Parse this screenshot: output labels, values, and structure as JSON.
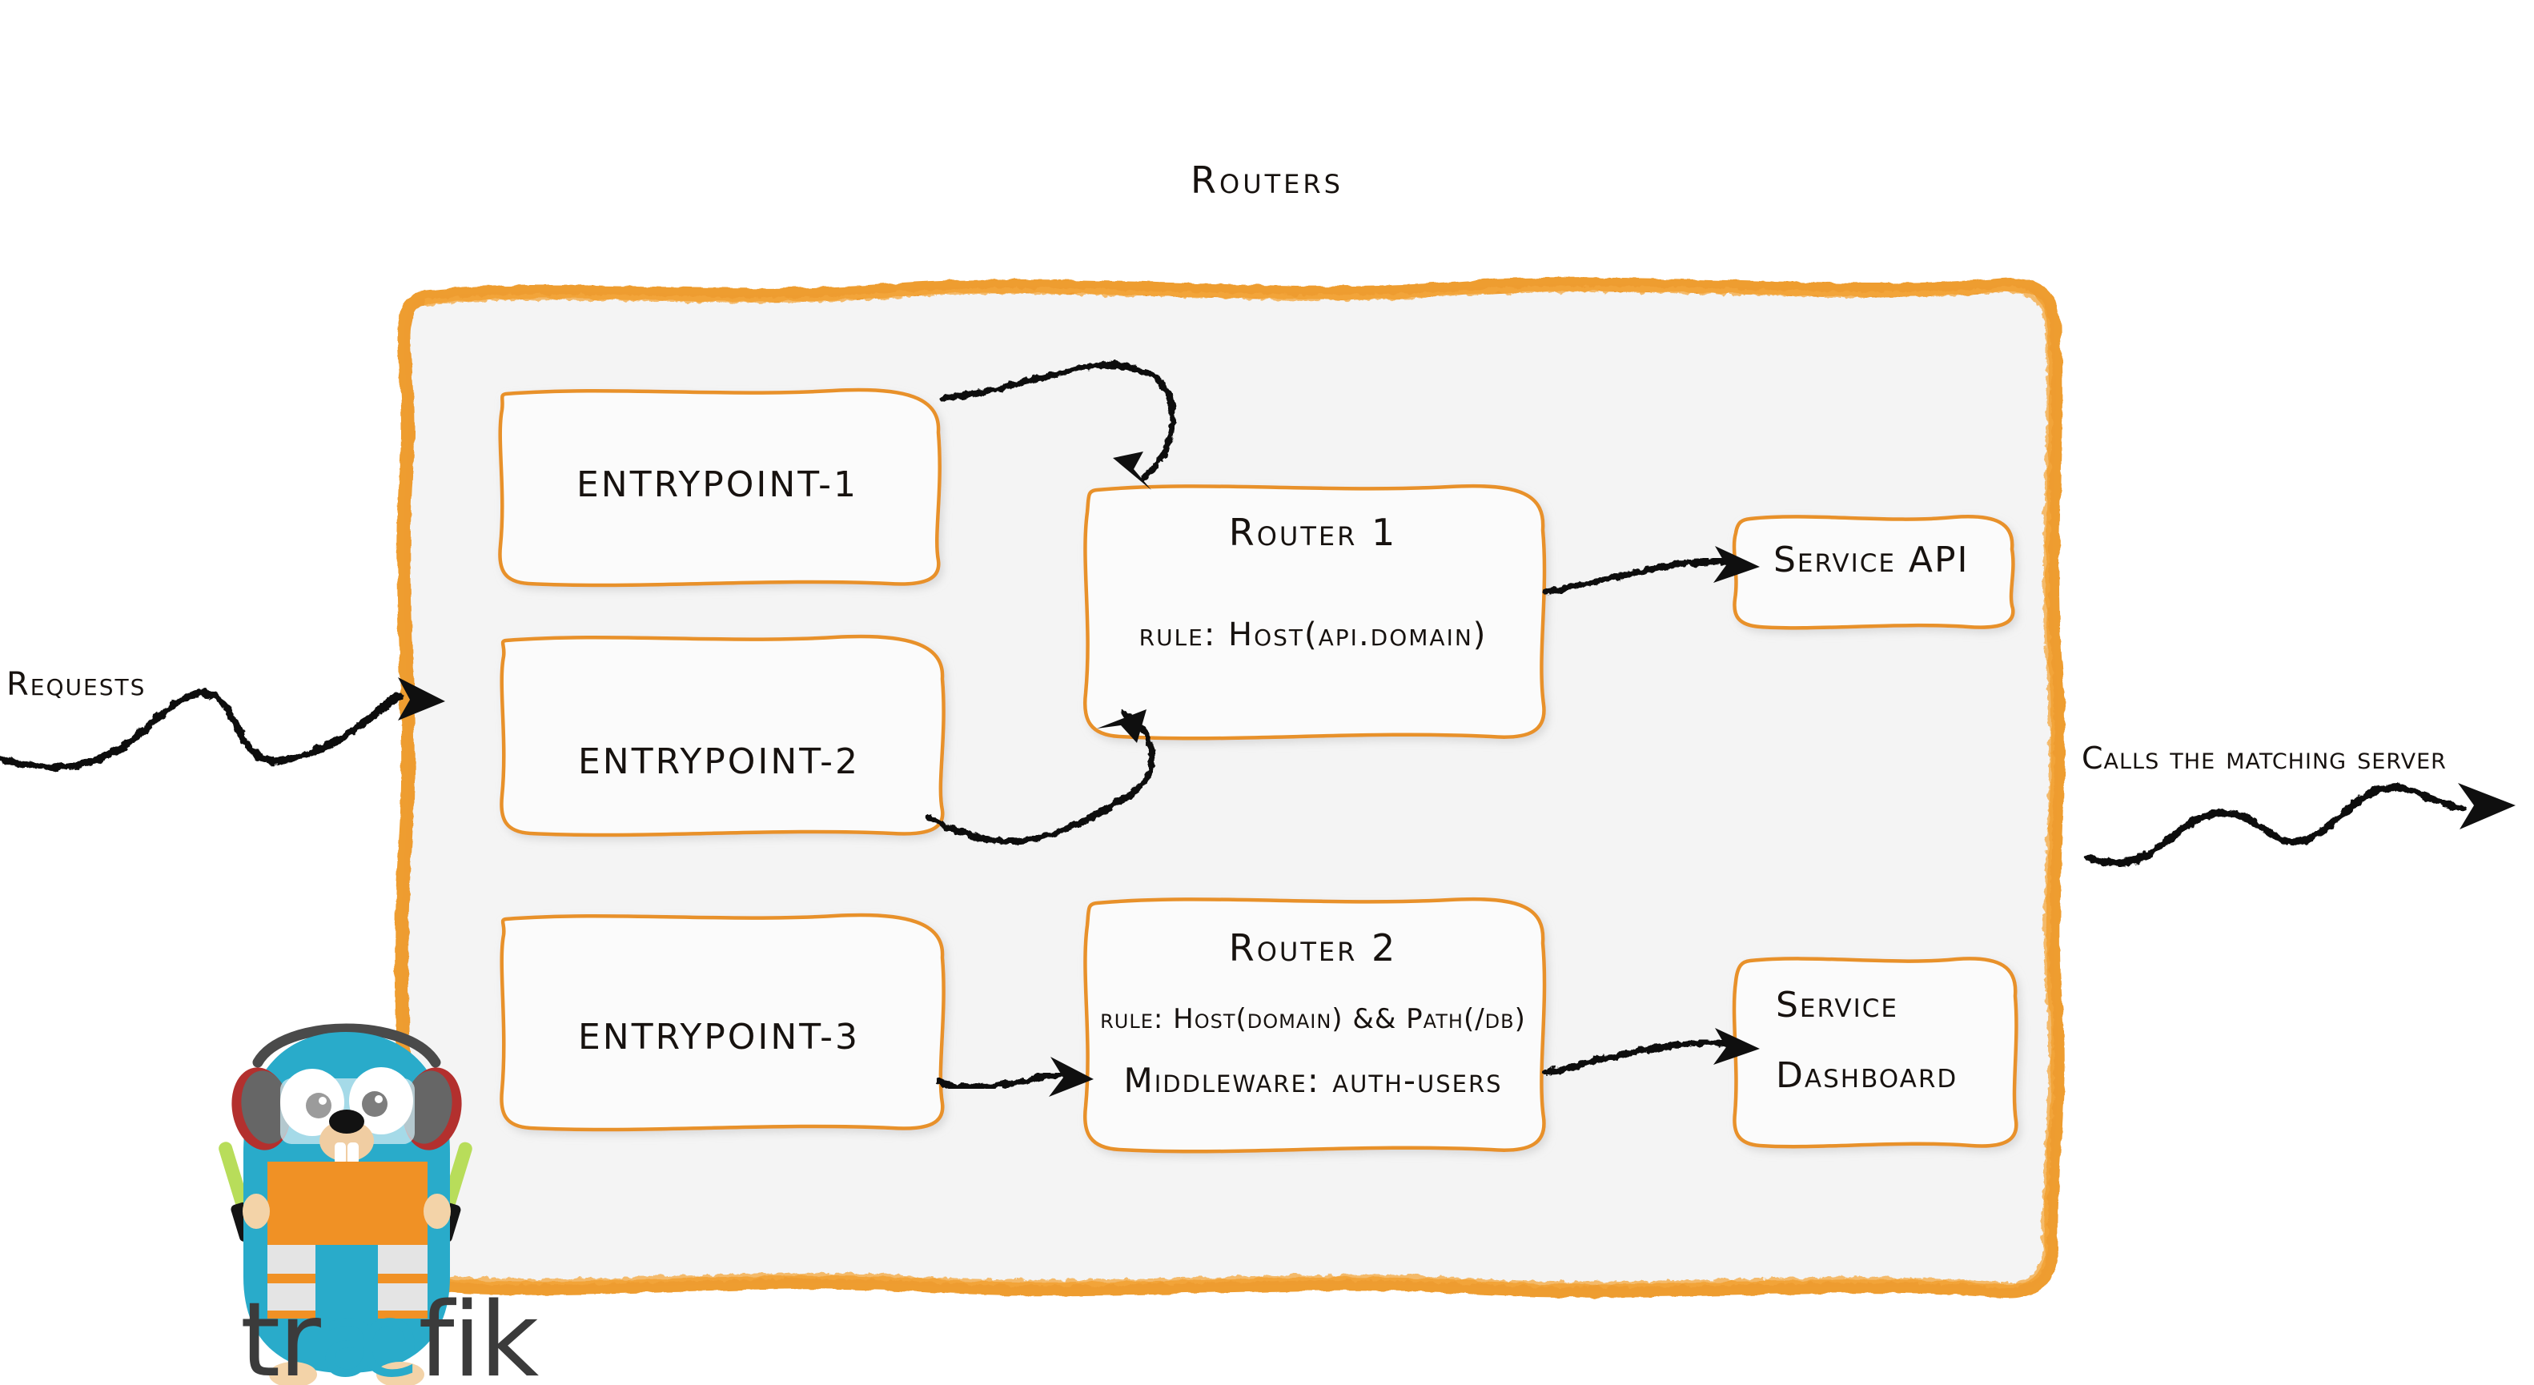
{
  "diagram": {
    "title": "Routers",
    "type": "traefik-routing-architecture",
    "colors": {
      "accent_orange": "#ee9a2b",
      "box_border_orange": "#e8912a",
      "container_fill": "#f4f4f4",
      "ink_black": "#17120f",
      "gopher_body_cyan": "#29abca",
      "gopher_vest_orange": "#f09125",
      "gopher_stripe_gray": "#e4e4e4",
      "wand_green": "#b8dd5a",
      "wordmark_dark": "#3b3b3b",
      "wordmark_cyan": "#29abca"
    }
  },
  "entrypoints": [
    {
      "label": "entrypoint-1"
    },
    {
      "label": "entrypoint-2"
    },
    {
      "label": "entrypoint-3"
    }
  ],
  "routers": [
    {
      "title": "Router 1",
      "rule": "rule: Host(api.domain)",
      "middleware": null
    },
    {
      "title": "Router 2",
      "rule": "rule: Host(domain) && Path(/db)",
      "middleware": "Middleware: auth-users"
    }
  ],
  "services": [
    {
      "label": "Service API",
      "lines": [
        "Service API"
      ]
    },
    {
      "label": "Service Dashboard",
      "lines": [
        "Service",
        "Dashboard"
      ]
    }
  ],
  "annotations": {
    "left_inbound": "Requests",
    "right_outbound": "Calls the matching server"
  },
  "brand": {
    "wordmark": "traefik",
    "wordmark_parts": {
      "pre": "tr",
      "ligature": "æ",
      "post": "fik"
    },
    "mascot": "traefik-gopher"
  }
}
